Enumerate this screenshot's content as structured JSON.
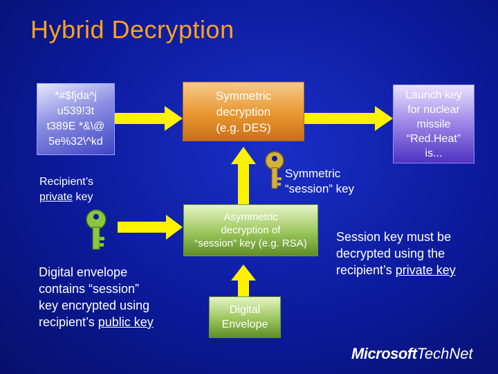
{
  "slide": {
    "title": "Hybrid Decryption",
    "ciphertext_lines": [
      "*#$fjda^j",
      "u539!3t",
      "t389E *&\\@",
      "5e%32\\^kd"
    ],
    "symmetric_box_lines": [
      "Symmetric",
      "decryption",
      "(e.g. DES)"
    ],
    "plaintext_lines": [
      "Launch key",
      "for nuclear",
      "missile",
      "“Red.Heat”",
      "is..."
    ],
    "session_key_lines": [
      "Symmetric",
      "“session” key"
    ],
    "recipient_key_label": {
      "line1": "Recipient’s",
      "line2_underlined": "private",
      "line2_rest": " key"
    },
    "asymmetric_box_lines": [
      "Asymmetric",
      "decryption of",
      "“session” key (e.g. RSA)"
    ],
    "envelope_box_lines": [
      "Digital",
      "Envelope"
    ],
    "envelope_note": {
      "line1": "Digital envelope",
      "line2": "contains “session”",
      "line3": "key encrypted using",
      "line4_start": "recipient’s ",
      "line4_underlined": "public key"
    },
    "side_note": {
      "line1": "Session key must be",
      "line2": "decrypted using the",
      "line3_start": "recipient’s ",
      "line3_underlined": "private key"
    },
    "brand": {
      "part1": "Microsoft",
      "part2": "TechNet"
    },
    "colors": {
      "background": "#0c1a9a",
      "title": "#ffa31a",
      "arrow": "#fff200",
      "orange_box": "#e8962f",
      "green_box": "#99c55a",
      "purple_box": "#7a66dc",
      "green_key": "#8cc63f",
      "gold_key": "#c9a227"
    },
    "icons": [
      "green-key-icon",
      "gold-key-icon"
    ]
  }
}
